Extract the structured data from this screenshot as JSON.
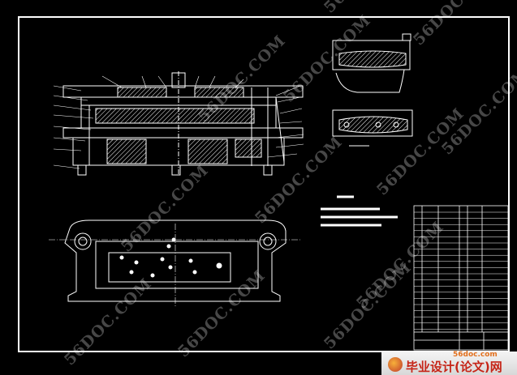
{
  "watermark": "56DOC.COM",
  "badge": {
    "site": "56doc.com",
    "title": "毕业设计(论文)网"
  },
  "colors": {
    "background": "#000000",
    "line": "#ffffff",
    "badge_text": "#c62417",
    "badge_site": "#e2701e"
  }
}
